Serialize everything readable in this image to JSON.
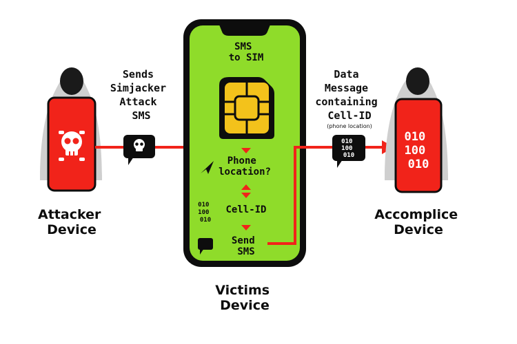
{
  "colors": {
    "red": "#f1231a",
    "green": "#8fdc2a",
    "black": "#0d0d0d",
    "sim_gold": "#f3c21b",
    "hood_gray": "#cfcfcf",
    "hood_dark": "#5a5a5a"
  },
  "attacker": {
    "label_line1": "Attacker",
    "label_line2": "Device",
    "icon": "skull-icon"
  },
  "sms_caption": {
    "line1": "Sends",
    "line2": "Simjacker",
    "line3": "Attack",
    "line4": "SMS"
  },
  "victim": {
    "label_line1": "Victims",
    "label_line2": "Device",
    "sms_to_sim_line1": "SMS",
    "sms_to_sim_line2": "to SIM",
    "phone_location_line1": "Phone",
    "phone_location_line2": "location?",
    "cell_id": "Cell-ID",
    "binary_line1": "010",
    "binary_line2": "100",
    "binary_line3": "010",
    "send_sms_line1": "Send",
    "send_sms_line2": "SMS"
  },
  "data_caption": {
    "line1": "Data",
    "line2": "Message",
    "line3": "containing",
    "line4": "Cell-ID",
    "line5": "(phone location)"
  },
  "data_bubble": {
    "line1": "010",
    "line2": "100",
    "line3": "010"
  },
  "accomplice": {
    "label_line1": "Accomplice",
    "label_line2": "Device",
    "binary_line1": "010",
    "binary_line2": "100",
    "binary_line3": "010"
  }
}
